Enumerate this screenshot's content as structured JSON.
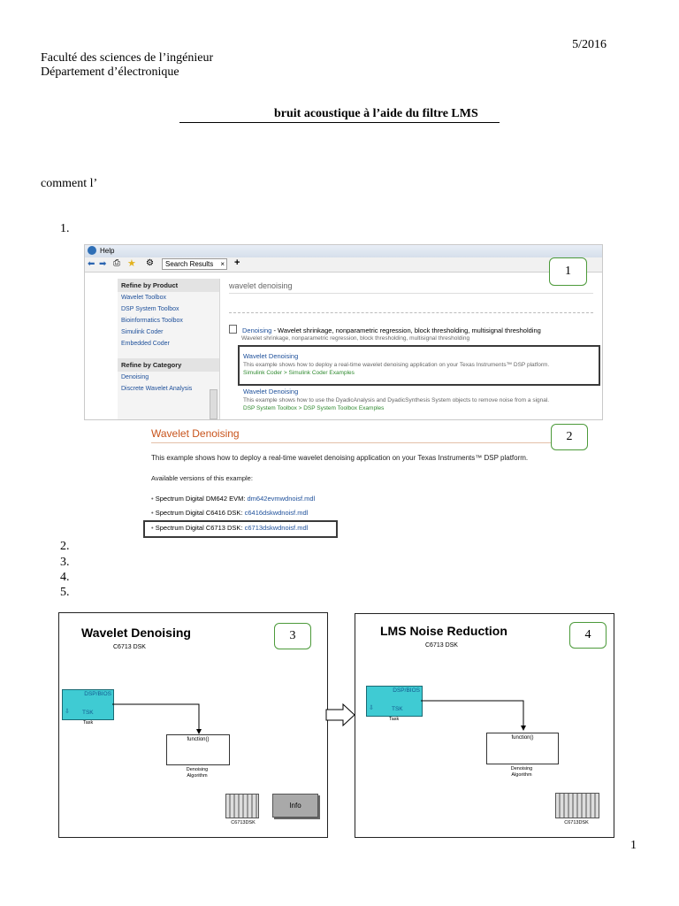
{
  "header": {
    "date": "5/2016",
    "faculty": "Faculté des sciences de l’ingénieur",
    "department": "Département d’électronique"
  },
  "title": "bruit acoustique à l’aide du filtre LMS",
  "intro": "comment l’",
  "list": [
    "1.",
    "2.",
    "3.",
    "4.",
    "5."
  ],
  "help_window": {
    "title": "Help",
    "search_tab": "Search Results",
    "search_query": "wavelet denoising",
    "refine_product": {
      "heading": "Refine by Product",
      "items": [
        "Wavelet Toolbox",
        "DSP System Toolbox",
        "Bioinformatics Toolbox",
        "Simulink Coder",
        "Embedded Coder"
      ]
    },
    "refine_category": {
      "heading": "Refine by Category",
      "items": [
        "Denoising",
        "Discrete Wavelet Analysis"
      ]
    },
    "results": [
      {
        "title": "Denoising",
        "title_suffix": " - Wavelet shrinkage, nonparametric regression, block thresholding, multisignal thresholding",
        "desc": "Wavelet shrinkage, nonparametric regression, block thresholding, multisignal thresholding",
        "path": ""
      },
      {
        "title": "Wavelet Denoising",
        "title_suffix": "",
        "desc": "This example shows how to deploy a real-time wavelet denoising application on your Texas Instruments™ DSP platform.",
        "path": "Simulink Coder > Simulink Coder Examples"
      },
      {
        "title": "Wavelet Denoising",
        "title_suffix": "",
        "desc": "This example shows how to use the DyadicAnalysis and DyadicSynthesis System objects to remove noise from a signal.",
        "path": "DSP System Toolbox > DSP System Toolbox Examples"
      }
    ],
    "badge": "1"
  },
  "example_page": {
    "title": "Wavelet Denoising",
    "desc": "This example shows how to deploy a real-time wavelet denoising application on your Texas Instruments™ DSP platform.",
    "versions_label": "Available versions of this example:",
    "versions": [
      {
        "board": "Spectrum Digital DM642 EVM: ",
        "file": "dm642evmwdnoisf.mdl"
      },
      {
        "board": "Spectrum Digital C6416 DSK: ",
        "file": "c6416dskwdnoisf.mdl"
      },
      {
        "board": "Spectrum Digital C6713 DSK: ",
        "file": "c6713dskwdnoisf.mdl"
      }
    ],
    "badge": "2"
  },
  "model_left": {
    "title": "Wavelet Denoising",
    "subtitle": "C6713 DSK",
    "task_top": "DSP/BIOS",
    "task_bottom": "TSK",
    "task_caption": "Task",
    "function_label": "function()",
    "algo_caption_1": "Denoising",
    "algo_caption_2": "Algorithm",
    "board_caption": "C6713DSK",
    "info_button": "Info",
    "badge": "3"
  },
  "model_right": {
    "title": "LMS Noise Reduction",
    "subtitle": "C6713 DSK",
    "task_top": "DSP/BIOS",
    "task_bottom": "TSK",
    "task_caption": "Task",
    "function_label": "function()",
    "algo_caption_1": "Denoising",
    "algo_caption_2": "Algorithm",
    "board_caption": "C6713DSK",
    "badge": "4"
  },
  "page_number": "1"
}
